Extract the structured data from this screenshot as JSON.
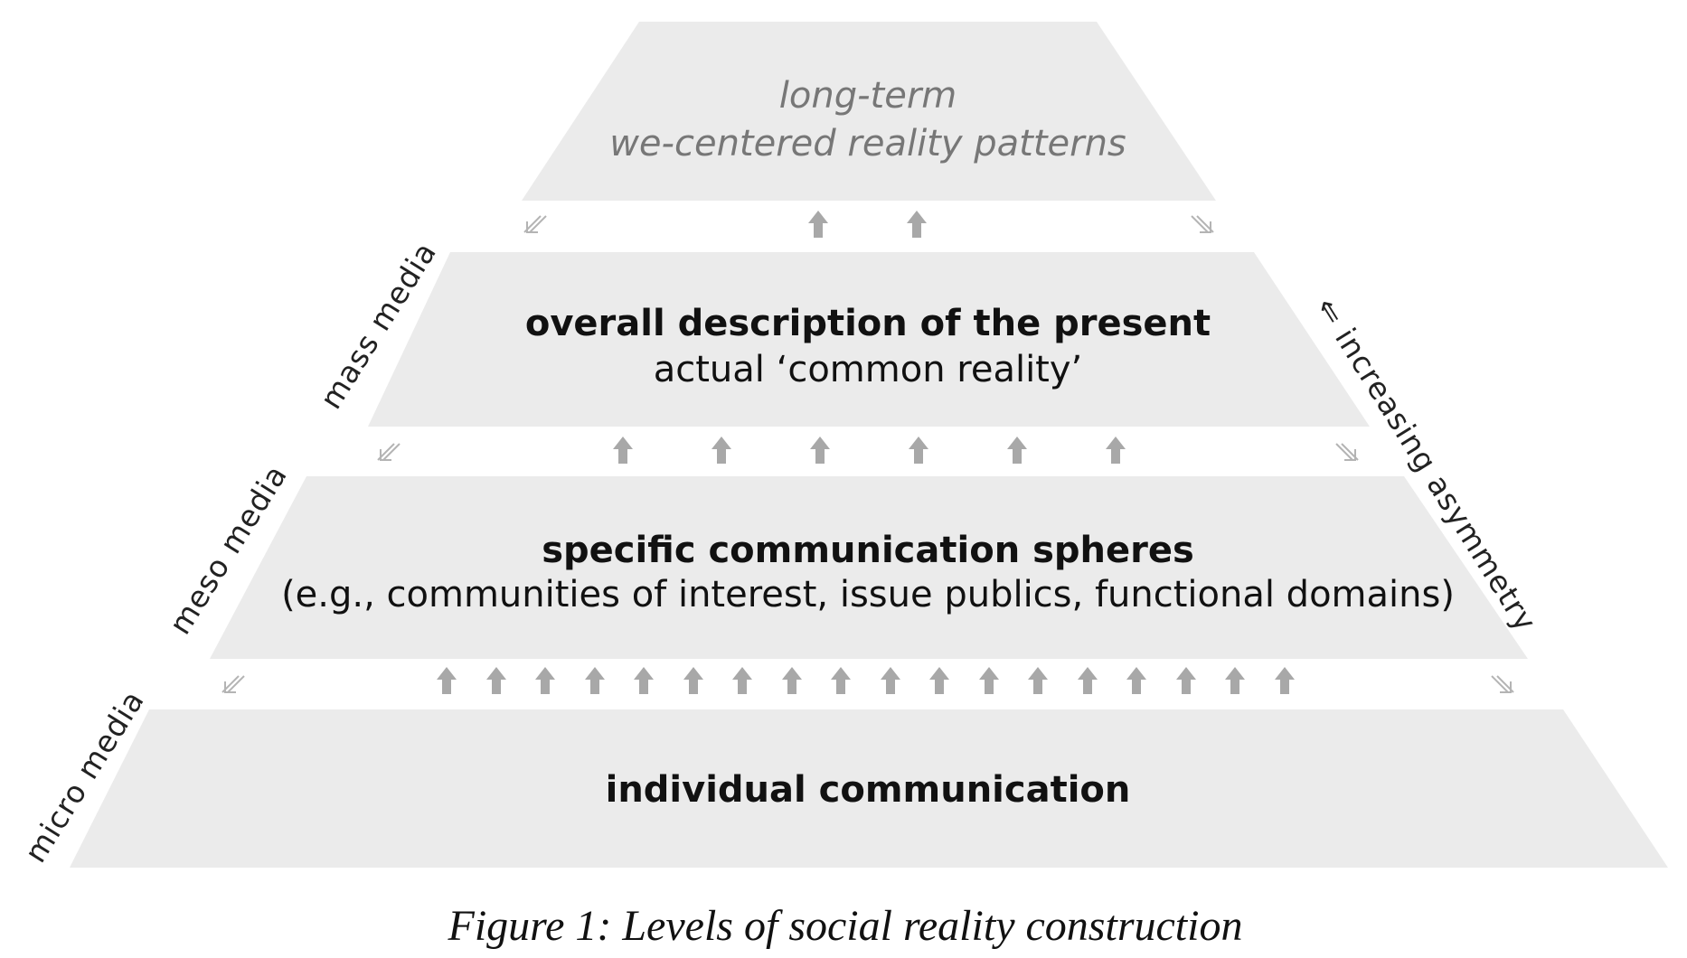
{
  "levels": {
    "top": {
      "line1": "long-term",
      "line2": "we-centered reality patterns"
    },
    "mass": {
      "title": "overall description of the present",
      "subtitle": "actual ‘common reality’"
    },
    "meso": {
      "title": "specific communication spheres",
      "subtitle": "(e.g., communities of interest, issue publics, functional domains)"
    },
    "micro": {
      "title": "individual communication"
    }
  },
  "side_labels": {
    "mass_media": "mass media",
    "meso_media": "meso media",
    "micro_media": "micro media",
    "asymmetry": "⇐ increasing asymmetry"
  },
  "caption": "Figure 1: Levels of social reality construction",
  "colors": {
    "layer_fill": "#ebebeb",
    "arrow": "#a8a8a8",
    "top_text": "#777777",
    "text": "#111111"
  },
  "icons": {
    "up_arrow": "up-arrow-icon",
    "diagonal_arrow": "double-diagonal-arrow-icon"
  }
}
